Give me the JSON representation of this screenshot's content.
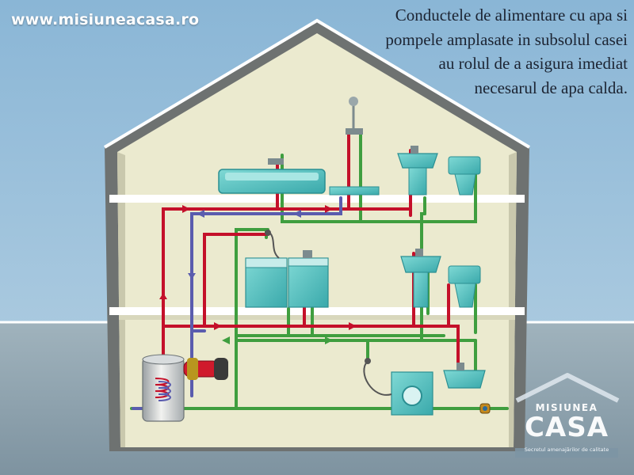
{
  "header": {
    "site_url": "www.misiuneacasa.ro"
  },
  "caption": {
    "lines": [
      "Conductele de alimentare cu apa si",
      "pompele amplasate in subsolul casei",
      "au rolul de a asigura imediat",
      "necesarul de apa calda."
    ]
  },
  "logo": {
    "word_top": "MISIUNEA",
    "word_main": "CASA",
    "tagline": "Secretul amenajărilor de calitate"
  },
  "colors": {
    "sky": "#8fb8d8",
    "ground": "#8fa3ae",
    "house_wall": "#e7e6cc",
    "house_frame": "#6d7070",
    "hot_pipe": "#c4102a",
    "cold_pipe": "#3f9e3f",
    "return_pipe": "#5557a8",
    "fixture": "#52c7c4"
  }
}
